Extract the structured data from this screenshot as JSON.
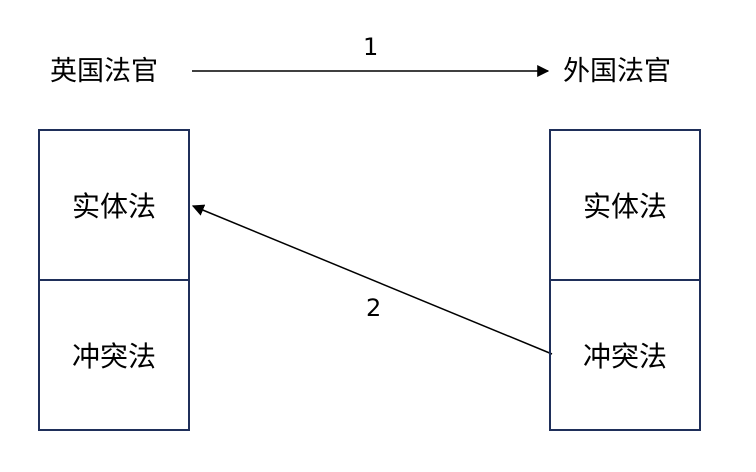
{
  "left": {
    "title": "英国法官",
    "box_top": "实体法",
    "box_bottom": "冲突法"
  },
  "right": {
    "title": "外国法官",
    "box_top": "实体法",
    "box_bottom": "冲突法"
  },
  "arrows": {
    "one": "1",
    "two": "2"
  },
  "colors": {
    "border": "#1f2f5a",
    "arrow": "#000000"
  }
}
